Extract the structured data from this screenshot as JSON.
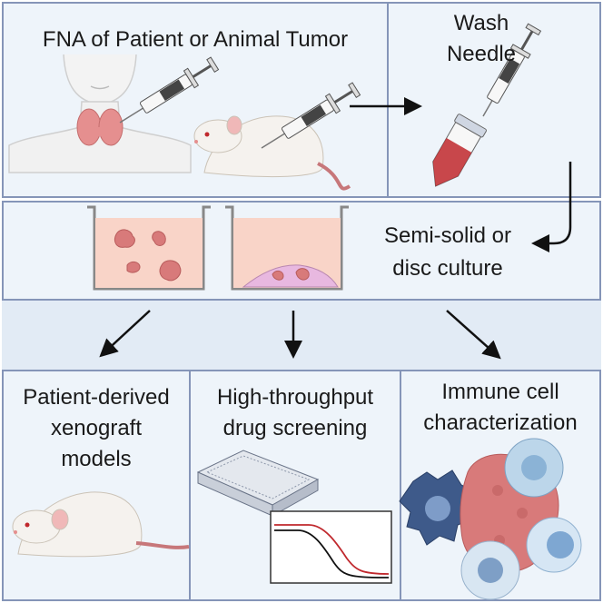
{
  "panels": {
    "fna_label": "FNA of Patient or Animal Tumor",
    "wash_line1": "Wash",
    "wash_line2": "Needle",
    "culture_line1": "Semi-solid or",
    "culture_line2": "disc culture",
    "pdx_line1": "Patient-derived",
    "pdx_line2": "xenograft",
    "pdx_line3": "models",
    "hts_line1": "High-throughput",
    "hts_line2": "drug screening",
    "immune_line1": "Immune cell",
    "immune_line2": "characterization"
  },
  "colors": {
    "panel_bg": "#eef4fa",
    "panel_border": "#8595b8",
    "band_bg": "#e2ebf5",
    "tissue": "#e58f8f",
    "culture_media": "#f9d4c8",
    "disc": "#e8b8e0",
    "curve_red": "#c0282d",
    "curve_black": "#111111"
  },
  "icons": [
    "syringe-icon",
    "mouse-icon",
    "human-neck-icon",
    "thyroid-icon",
    "conical-tube-icon",
    "culture-well-icon",
    "well-plate-icon",
    "dose-response-chart-icon",
    "tumor-cell-icon",
    "immune-cell-icon"
  ]
}
